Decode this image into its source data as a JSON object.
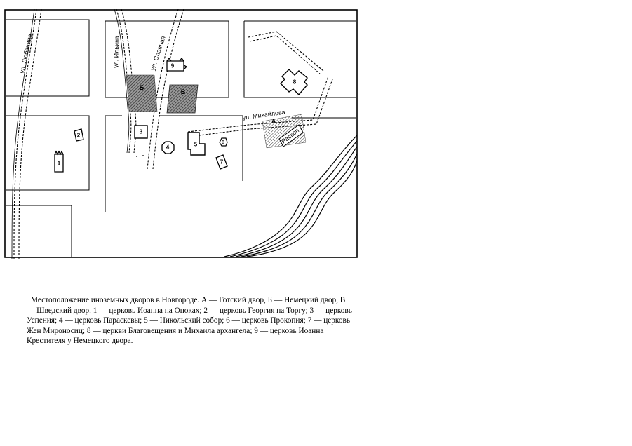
{
  "map": {
    "streets": {
      "lyubyanitsa": "ул. Любяница",
      "ilyina": "ул. Ильина",
      "slavnaya": "ул. Славная",
      "mikhailova": "ул. Михайлова"
    },
    "courtyards": {
      "A": "А",
      "B": "Б",
      "V": "В"
    },
    "excavation_label": "Раскоп",
    "churches": [
      "1",
      "2",
      "3",
      "4",
      "5",
      "6",
      "7",
      "8",
      "9"
    ]
  },
  "caption": "Местоположение иноземных дворов в Новгороде. А — Готский двор, Б — Немецкий двор, В — Шведский двор. 1 — церковь Иоанна на Опоках; 2 — церковь Георгия на Торгу; 3 — церковь Успения; 4 — церковь Параскевы; 5 — Никольский собор; 6 — церковь Прокопия; 7 — церковь Жен Мироносиц; 8 — церкви Благовещения и Михаила архангела; 9 — церковь Иоанна Крестителя у Немецкого двора."
}
